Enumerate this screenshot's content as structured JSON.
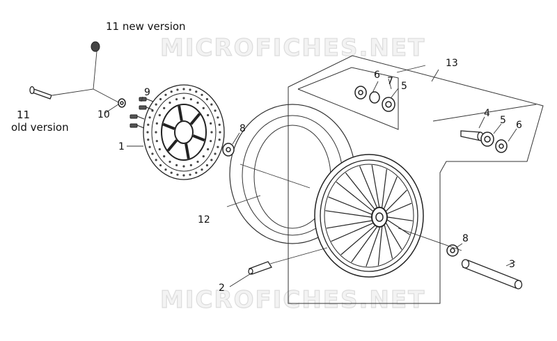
{
  "diagram": {
    "watermarks": [
      "MICROFICHES.NET",
      "MICROFICHES.NET"
    ],
    "callouts": [
      "1",
      "2",
      "3",
      "4",
      "5",
      "6",
      "7",
      "5",
      "6",
      "8",
      "8",
      "9",
      "10",
      "12",
      "13"
    ],
    "labels": {
      "new_version": "11 new version",
      "old_number": "11",
      "old_version": "old version"
    },
    "colors": {
      "ink": "#111111",
      "line": "#333333",
      "part_fill": "#ffffff",
      "watermark_fill": "#f3f3f3",
      "watermark_stroke": "#dcdcdc"
    }
  }
}
